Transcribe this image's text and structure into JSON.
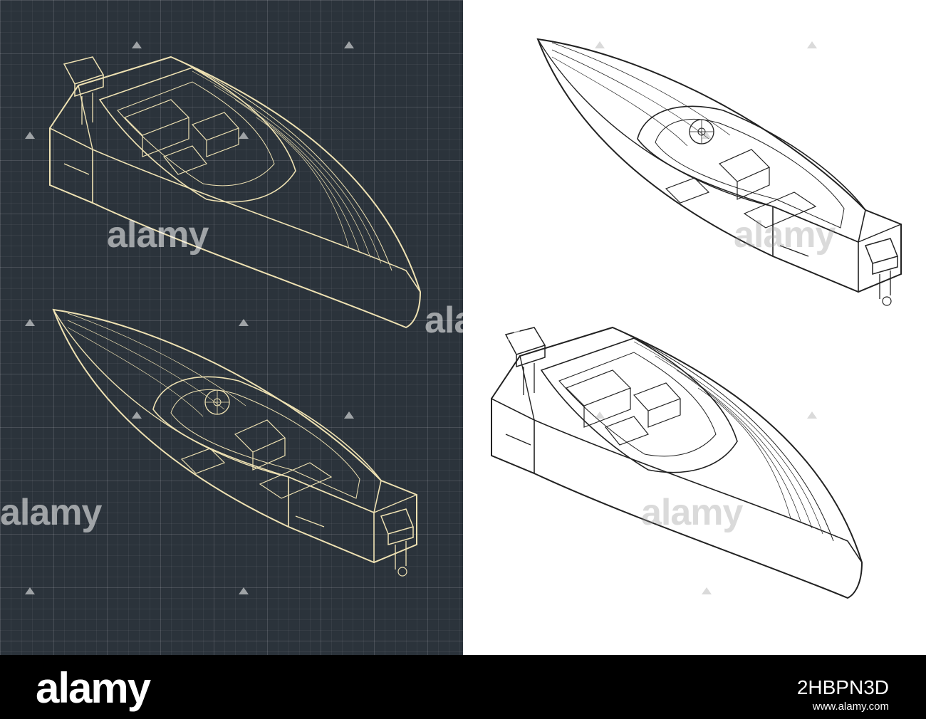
{
  "image": {
    "description_role": "technical illustration",
    "colors": {
      "dark_background": "#2b333b",
      "dark_line": "#efe2b3",
      "light_line": "#222222",
      "footer": "#000000"
    }
  },
  "watermark": {
    "text": "alamy"
  },
  "footer": {
    "logo": "alamy",
    "image_id": "2HBPN3D",
    "url": "www.alamy.com"
  }
}
